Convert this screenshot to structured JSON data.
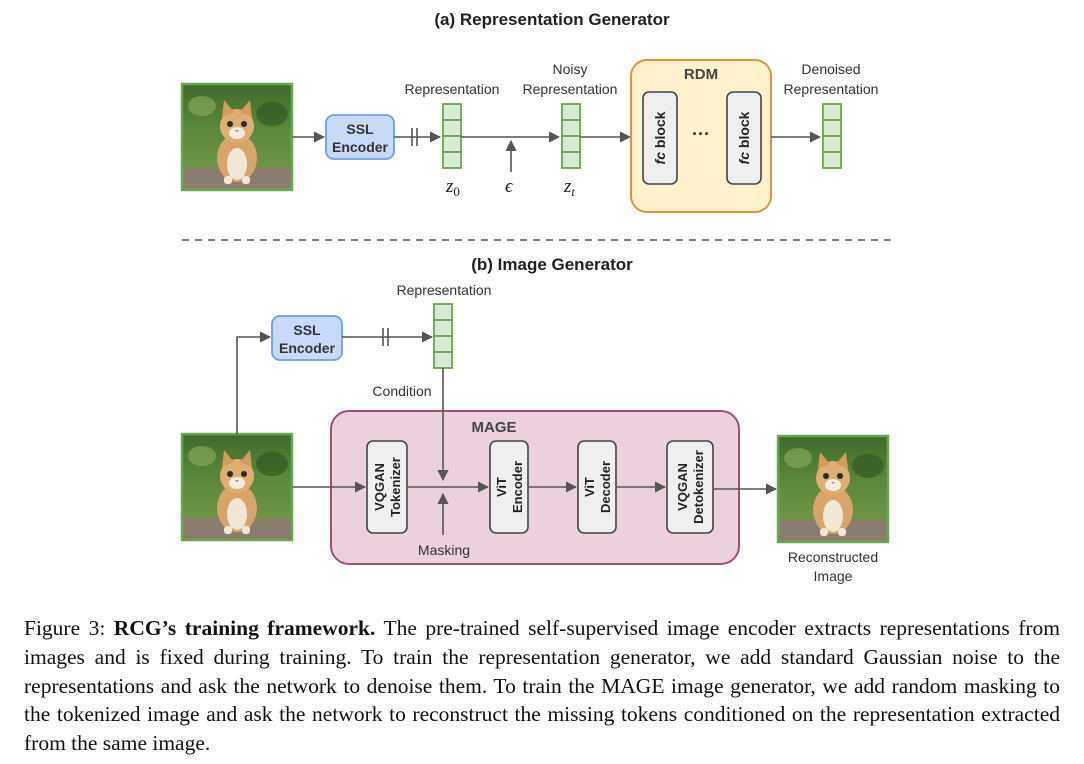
{
  "part_a": {
    "title": "(a) Representation Generator",
    "ssl_encoder": [
      "SSL",
      "Encoder"
    ],
    "rep_label": "Representation",
    "noisy_label": [
      "Noisy",
      "Representation"
    ],
    "rdm_label": "RDM",
    "fc_prefix": "fc",
    "fc_suffix": " block",
    "dots": "···",
    "denoised_label": [
      "Denoised",
      "Representation"
    ],
    "z0": {
      "main": "z",
      "sub": "0"
    },
    "eps": "ϵ",
    "zt": {
      "main": "z",
      "sub": "t"
    }
  },
  "part_b": {
    "title": "(b) Image Generator",
    "rep_label": "Representation",
    "ssl_encoder": [
      "SSL",
      "Encoder"
    ],
    "condition_label": "Condition",
    "mage_label": "MAGE",
    "masking_label": "Masking",
    "blocks": [
      [
        "VQGAN",
        "Tokenizer"
      ],
      [
        "ViT",
        "Encoder"
      ],
      [
        "ViT",
        "Decoder"
      ],
      [
        "VQGAN",
        "Detokenizer"
      ]
    ],
    "reconstructed_label": [
      "Reconstructed",
      "Image"
    ]
  },
  "caption": {
    "prefix": "Figure 3: ",
    "bold": "RCG’s training framework.",
    "text": " The pre-trained self-supervised image encoder extracts representations from images and is fixed during training. To train the representation generator, we add standard Gaussian noise to the representations and ask the network to denoise them. To train the MAGE image generator, we add random masking to the tokenized image and ask the network to reconstruct the missing tokens conditioned on the representation extracted from the same image."
  },
  "colors": {
    "green_fill": "#d9ead3",
    "green_stroke": "#6aa84f",
    "blue_fill": "#c9daf8",
    "blue_stroke": "#6d9eeb",
    "yellow_fill": "#fff2cc",
    "orange_stroke": "#e69138",
    "mage_fill": "#ead1dc",
    "mage_stroke": "#a64d79"
  },
  "icons": [
    "kitten-photo",
    "arrow-right",
    "stop-gradient-icon"
  ]
}
